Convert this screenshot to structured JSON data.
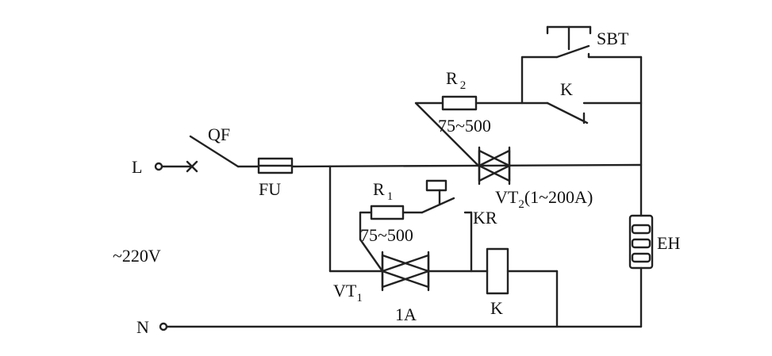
{
  "diagram": {
    "labels": {
      "live_terminal": "L",
      "neutral_terminal": "N",
      "breaker": "QF",
      "fuse": "FU",
      "supply_voltage": "~220V",
      "r2_name": "R",
      "r2_sub": "2",
      "r2_value": "75~500",
      "r1_name": "R",
      "r1_sub": "1",
      "r1_value": "75~500",
      "push_button": "SBT",
      "contact_k": "K",
      "triac2_name": "VT",
      "triac2_sub": "2",
      "triac2_rating": "(1~200A)",
      "triac1_name": "VT",
      "triac1_sub": "1",
      "triac1_rating": "1A",
      "thermal_relay": "KR",
      "relay_coil": "K",
      "heater": "EH"
    },
    "colors": {
      "line": "#222222",
      "background": "#ffffff"
    }
  }
}
